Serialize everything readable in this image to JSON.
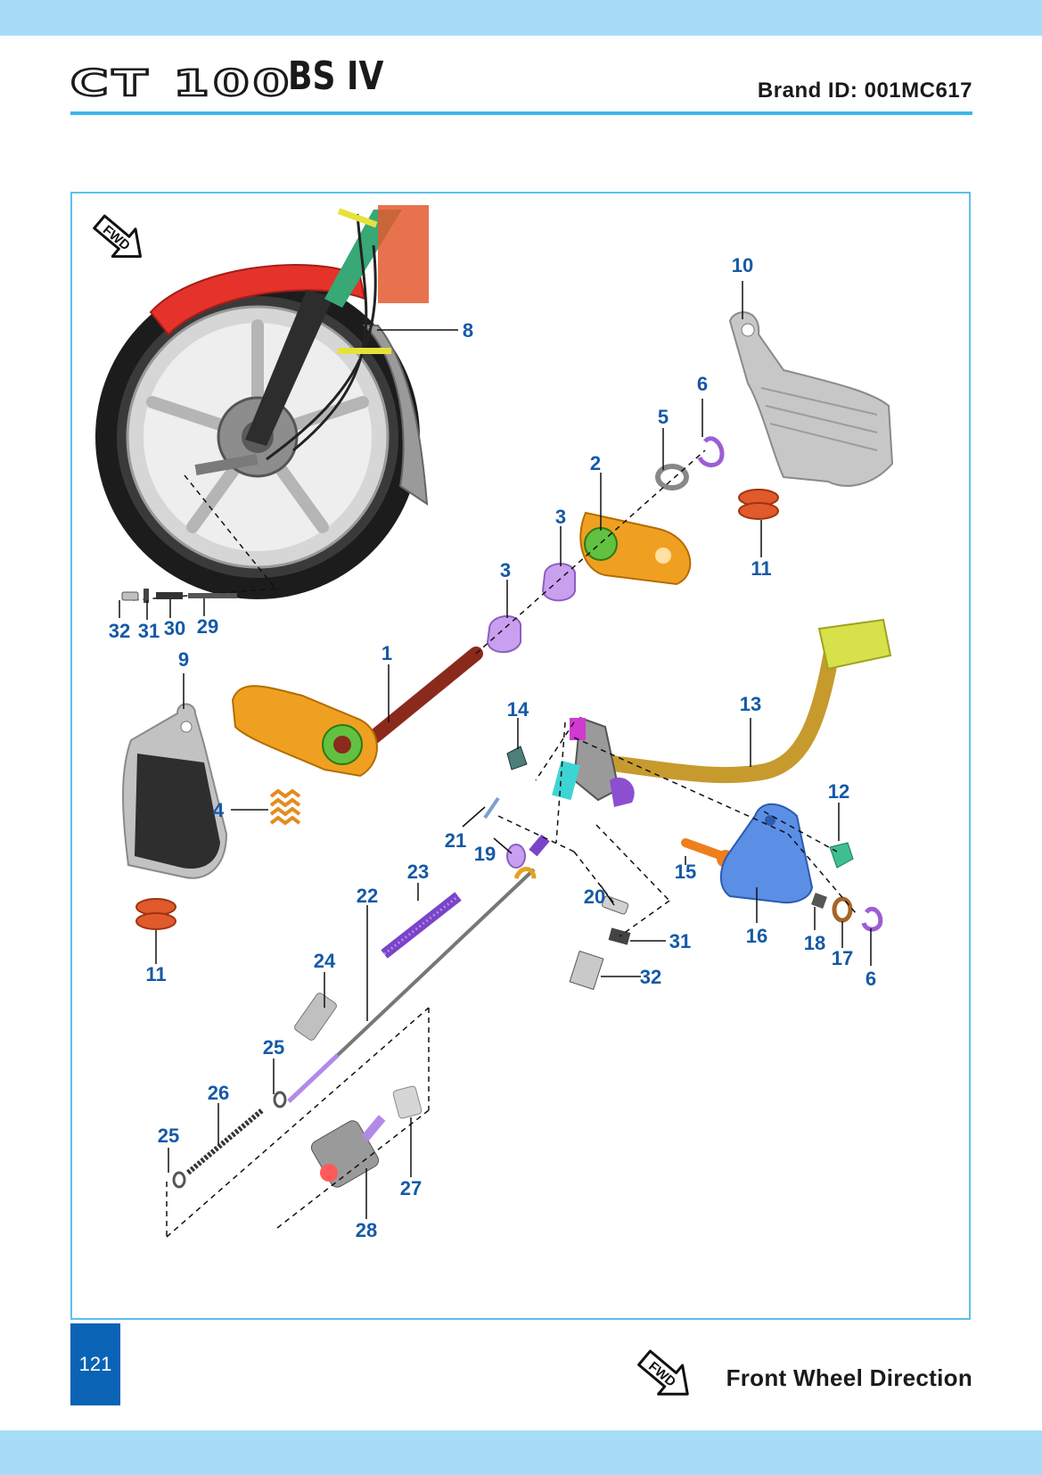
{
  "header": {
    "model": "CT 100",
    "variant": "BS IV",
    "brand_id": "Brand ID: 001MC617"
  },
  "diagram": {
    "fwd_marker": "FWD",
    "callouts": [
      {
        "label": "8"
      },
      {
        "label": "10"
      },
      {
        "label": "6"
      },
      {
        "label": "5"
      },
      {
        "label": "2"
      },
      {
        "label": "3"
      },
      {
        "label": "3"
      },
      {
        "label": "11"
      },
      {
        "label": "32"
      },
      {
        "label": "31"
      },
      {
        "label": "30"
      },
      {
        "label": "29"
      },
      {
        "label": "9"
      },
      {
        "label": "1"
      },
      {
        "label": "14"
      },
      {
        "label": "13"
      },
      {
        "label": "4"
      },
      {
        "label": "12"
      },
      {
        "label": "21"
      },
      {
        "label": "19"
      },
      {
        "label": "15"
      },
      {
        "label": "23"
      },
      {
        "label": "22"
      },
      {
        "label": "20"
      },
      {
        "label": "31"
      },
      {
        "label": "16"
      },
      {
        "label": "18"
      },
      {
        "label": "17"
      },
      {
        "label": "6"
      },
      {
        "label": "11"
      },
      {
        "label": "24"
      },
      {
        "label": "32"
      },
      {
        "label": "25"
      },
      {
        "label": "26"
      },
      {
        "label": "25"
      },
      {
        "label": "27"
      },
      {
        "label": "28"
      }
    ]
  },
  "footer": {
    "page_number": "121",
    "fwd_marker": "FWD",
    "legend_text": "Front Wheel Direction"
  },
  "colors": {
    "band": "#a6dcf7",
    "rule": "#3fb6e8",
    "frame": "#5cc1ec",
    "callout": "#1559a6",
    "page_box": "#0a63b4",
    "body_orange": "#f0a020",
    "pedal_gold": "#c79a2e",
    "bush_purple": "#c9a0f0",
    "spring_purple": "#7a44c8",
    "guard_grey": "#c9c9c9",
    "fender_red": "#e5322b",
    "grommet_red": "#e05a2b",
    "pad_yellow": "#d8e04a",
    "cover_blue": "#5b8fe6",
    "nut_teal": "#3fbf90"
  }
}
